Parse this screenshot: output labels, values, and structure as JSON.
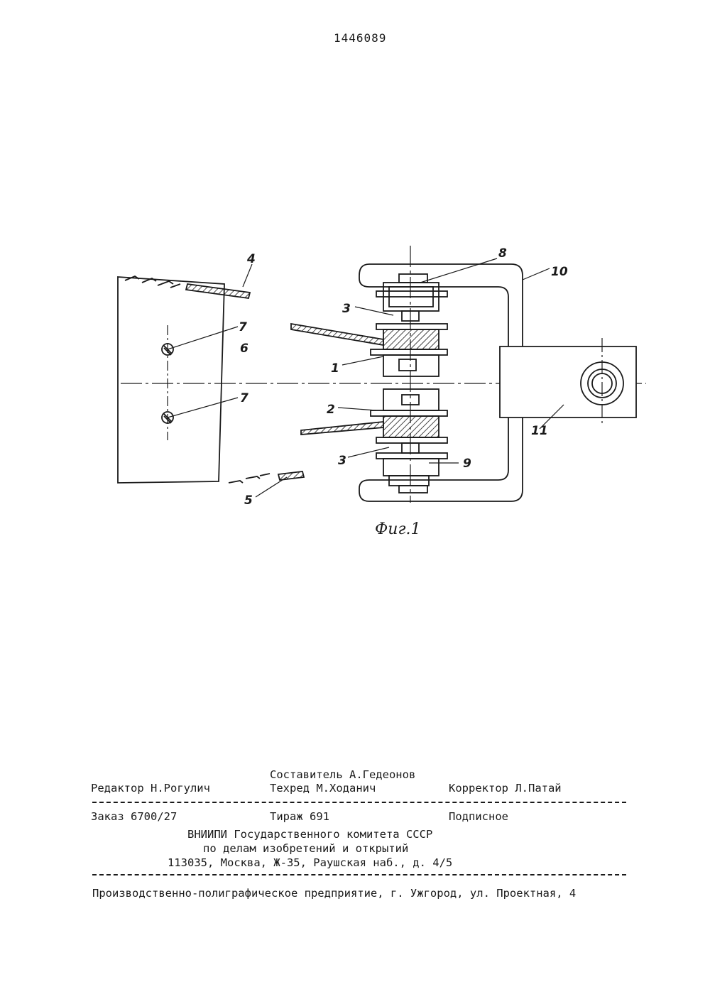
{
  "document": {
    "patent_number": "1446089",
    "figure_caption": "Фиг.1",
    "labels": {
      "l1": "1",
      "l2": "2",
      "l3a": "3",
      "l3b": "3",
      "l4": "4",
      "l5": "5",
      "l6": "6",
      "l7a": "7",
      "l7b": "7",
      "l8": "8",
      "l9": "9",
      "l10": "10",
      "l11": "11"
    }
  },
  "imprint": {
    "compiler": "Составитель А.Гедеонов",
    "editor": "Редактор Н.Рогулич",
    "techred": "Техред М.Ходанич",
    "corrector": "Корректор Л.Патай",
    "order": "Заказ 6700/27",
    "circulation": "Тираж 691",
    "subscription": "Подписное",
    "org_line1": "ВНИИПИ Государственного комитета СССР",
    "org_line2": "по делам изобретений и открытий",
    "org_address": "113035, Москва, Ж-35, Раушская наб., д. 4/5",
    "printer": "Производственно-полиграфическое предприятие, г. Ужгород, ул. Проектная, 4"
  }
}
